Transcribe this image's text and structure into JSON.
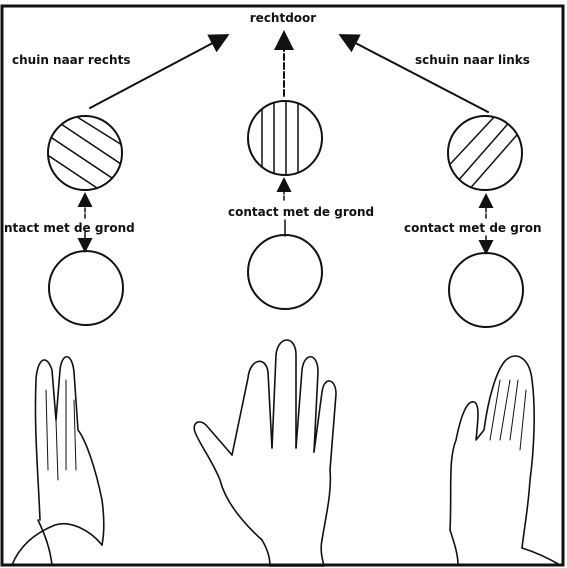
{
  "labels": {
    "top": "rechtdoor",
    "left_arrow": "chuin naar rechts",
    "right_arrow": "schuin naar links",
    "contact_left": "ntact met de grond",
    "contact_center": "contact met de grond",
    "contact_right": "contact met de gron"
  },
  "colors": {
    "ink": "#111111",
    "paper": "#ffffff"
  }
}
